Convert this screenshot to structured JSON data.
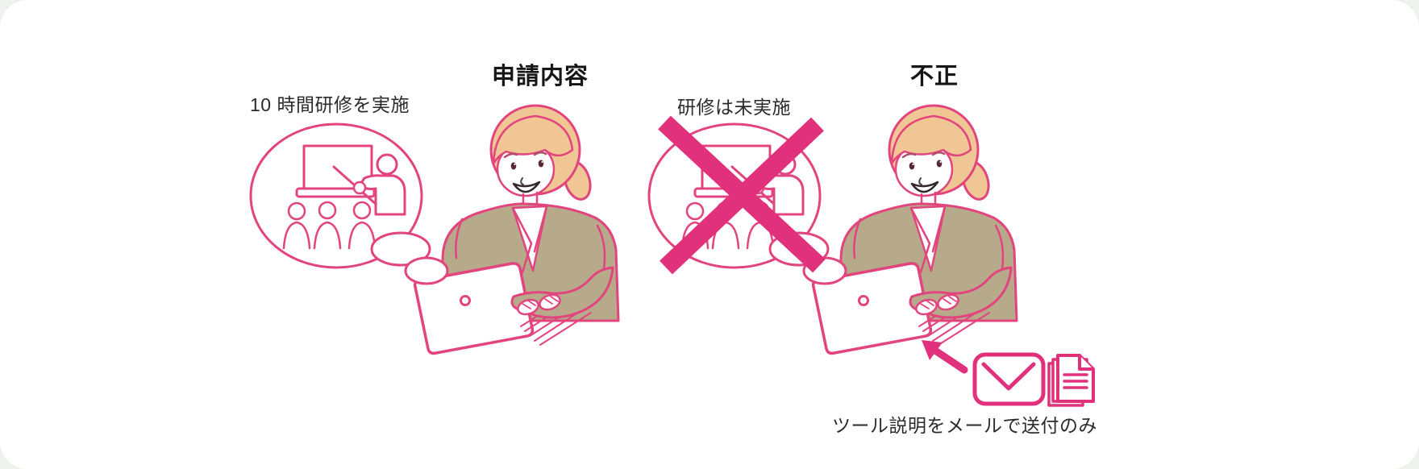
{
  "canvas": {
    "background": "#eef2ec",
    "card": "#ffffff"
  },
  "palette": {
    "outline_pink": "#e2447e",
    "accent_pink": "#e2317c",
    "hair": "#f0c794",
    "jacket": "#b7aa8a",
    "ink": "#161616",
    "cap_ink": "#2b2b2b"
  },
  "left_scene": {
    "title": "申請内容",
    "bubble_label": "10 時間研修を実施"
  },
  "right_scene": {
    "title": "不正",
    "bubble_label": "研修は未実施",
    "footnote": "ツール説明をメールで送付のみ"
  },
  "icons": {
    "cross": "x-cross-icon",
    "arrow": "arrow-up-left-icon",
    "mail": "mail-envelope-icon",
    "documents": "document-stack-icon"
  }
}
